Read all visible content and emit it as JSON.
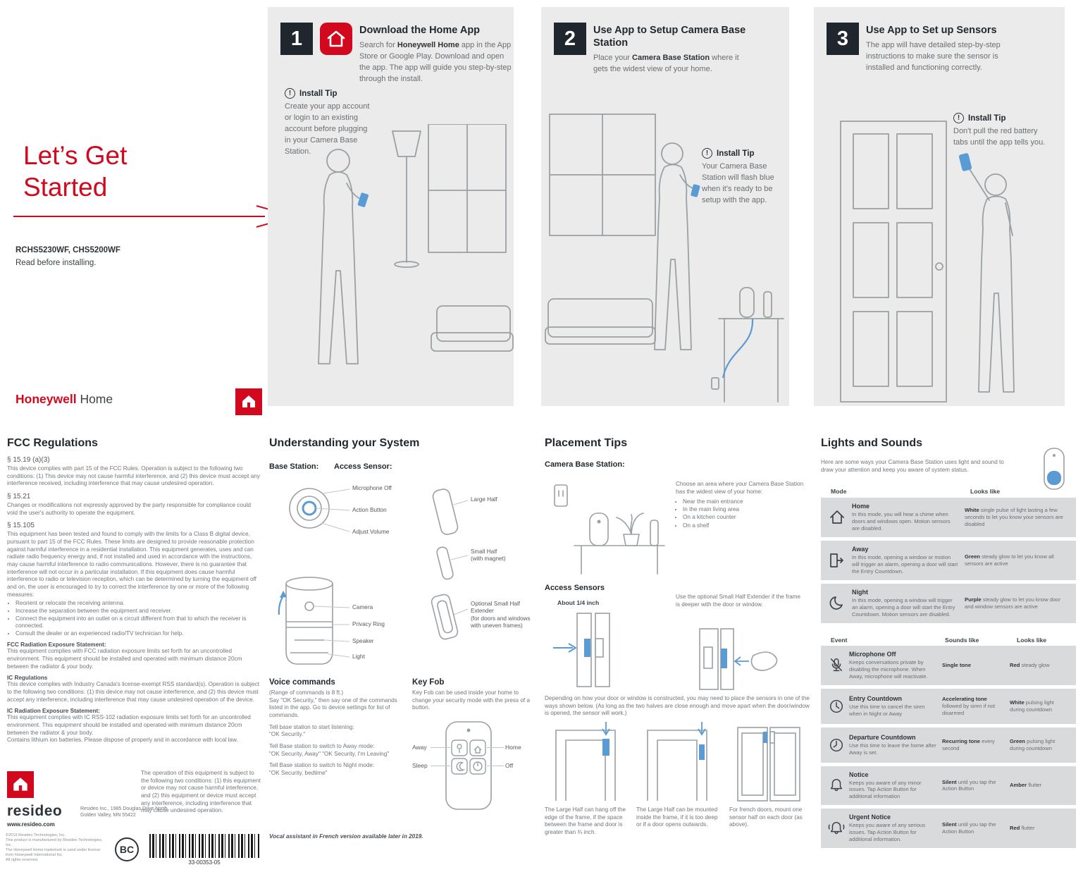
{
  "colors": {
    "red": "#d2091e",
    "dark": "#20262e",
    "panel_bg": "#ebebeb",
    "blue": "#5b9bd5",
    "row_bg": "#d9dadb"
  },
  "intro": {
    "title1": "Let’s Get",
    "title2": "Started",
    "model": "RCHS5230WF, CHS5200WF",
    "read_note": "Read before installing.",
    "brand_honeywell": "Honeywell",
    "brand_home": "Home"
  },
  "steps": [
    {
      "num": "1",
      "title": "Download the Home App",
      "body_pre": "Search for ",
      "body_bold": "Honeywell Home",
      "body_post": " app in the App Store or Google Play. Download and open the app. The app will guide you step-by-step through the install.",
      "tip_label": "Install Tip",
      "tip_body": "Create your app account or login to an existing account before plugging in your Camera Base Station."
    },
    {
      "num": "2",
      "title": "Use App to Setup Camera Base Station",
      "body_pre": "Place your ",
      "body_bold": "Camera Base Station",
      "body_post": " where it gets the widest view of your home.",
      "tip_label": "Install Tip",
      "tip_body": "Your Camera Base Station will flash blue when it's ready to be setup with the app."
    },
    {
      "num": "3",
      "title": "Use App to Set up Sensors",
      "body_pre": "",
      "body_bold": "",
      "body_post": "The app will have detailed step-by-step instructions to make sure the sensor is installed and functioning correctly.",
      "tip_label": "Install Tip",
      "tip_body": "Don't pull the red battery tabs until the app tells you."
    }
  ],
  "fcc": {
    "title": "FCC Regulations",
    "s1_h": "§ 15.19 (a)(3)",
    "s1_b": "This device complies with part 15 of the FCC Rules. Operation is subject to the following two conditions: (1) This device may not cause harmful interference, and (2) this device must accept any interference received, including interference that may cause undesired operation.",
    "s2_h": "§ 15.21",
    "s2_b": "Changes or modifications not expressly approved by the party responsible for compliance could void the user's authority to operate the equipment.",
    "s3_h": "§ 15.105",
    "s3_b": "This equipment has been tested and found to comply with the limits for a Class B digital device, pursuant to part 15 of the FCC Rules. These limits are designed to provide reasonable protection against harmful interference in a residential installation. This equipment generates, uses and can radiate radio frequency energy and, if not installed and used in accordance with the instructions, may cause harmful interference to radio communications. However, there is no guarantee that interference will not occur in a particular installation. If this equipment does cause harmful interference to radio or television reception, which can be determined by turning the equipment off and on, the user is encouraged to try to correct the interference by one or more of the following measures:",
    "bullets": [
      "Reorient or relocate the receiving antenna.",
      "Increase the separation between the equipment and receiver.",
      "Connect the equipment into an outlet on a circuit different from that to which the receiver is connected.",
      "Consult the dealer or an experienced radio/TV technician for help."
    ],
    "s4_h": "FCC Radiation Exposure Statement:",
    "s4_b": "This equipment complies with FCC radiation exposure limits set forth for an uncontrolled environment. This equipment should be installed and operated with minimum distance 20cm between the radiator & your body.",
    "s5_h": "IC Regulations",
    "s5_b": "This device complies with Industry Canada's license-exempt RSS standard(s). Operation is subject to the following two conditions: (1) this device may not cause interference, and (2) this device must accept any interference, including interference that may cause undesired operation of the device.",
    "s6_h": "IC Radiation Exposure Statement:",
    "s6_b": "This equipment complies with IC RSS-102 radiation exposure limits set forth for an uncontrolled environment. This equipment should be installed and operated with minimum distance 20cm between the radiator & your body.",
    "s6_b2": "Contains lithium ion batteries. Please dispose of properly and in accordance with local law."
  },
  "footer": {
    "op_note": "The operation of this equipment is subject to the following two conditions: (1) this equipment or device may not cause harmful interference, and (2) this equipment or device must accept any interference, including interference that may cause undesired operation.",
    "brand": "resideo",
    "address1": "Resideo Inc., 1985 Douglas Drive North",
    "address2": "Golden Valley, MN 55422",
    "website": "www.resideo.com",
    "legal1": "©2019 Resideo Technologies, Inc.",
    "legal2": "This product is manufactured by Resideo Technologies, Inc.",
    "legal3": "The Honeywell Home trademark is used under license from Honeywell International Inc.",
    "legal4": "All rights reserved.",
    "bc_label": "BC",
    "barcode_number": "33-00353-05"
  },
  "understanding": {
    "title": "Understanding your System",
    "base_label": "Base Station:",
    "sensor_label": "Access Sensor:",
    "base_parts": [
      "Microphone Off",
      "Action Button",
      "Adjust Volume",
      "Camera",
      "Privacy Ring",
      "Speaker",
      "Light"
    ],
    "sensor_large": "Large Half",
    "sensor_small": "Small Half",
    "sensor_small_sub": "(with magnet)",
    "sensor_ext": "Optional Small Half Extender",
    "sensor_ext_sub": "(for doors and windows with uneven frames)",
    "voice_title": "Voice commands",
    "voice_range": "(Range of commands is 8 ft.)",
    "voice_intro": "Say \"OK Security,\" then say one of the commands listed in the app. Go to device settings for list of commands.",
    "voice_cmd1a": "Tell base station to start listening:",
    "voice_cmd1b": "\"OK Security.\"",
    "voice_cmd2a": "Tell Base station to switch to Away mode:",
    "voice_cmd2b": "\"OK Security, Away\" \"OK Security, I'm Leaving\"",
    "voice_cmd3a": "Tell Base station to switch to Night mode:",
    "voice_cmd3b": "\"OK Security, bedtime\"",
    "keyfob_title": "Key Fob",
    "keyfob_body": "Key Fob can be used inside your home to change your security mode with the press of a button.",
    "fob_away": "Away",
    "fob_home": "Home",
    "fob_sleep": "Sleep",
    "fob_off": "Off",
    "footnote": "Vocal assistant in French version available later in 2019."
  },
  "placement": {
    "title": "Placement Tips",
    "camera_label": "Camera Base Station:",
    "choose_intro": "Choose an area where your Camera Base Station has the widest view of your home:",
    "choose_bullets": [
      "Near the main entrance",
      "In the main living area",
      "On a kitchen counter",
      "On a shelf"
    ],
    "sensors_label": "Access Sensors",
    "gap_label": "About 1/4 inch",
    "extender_note": "Use the optional Small Half Extender if the frame is deeper with the door or window.",
    "depend_note": "Depending on how your door or window is constructed, you may need to place the sensors in one of the ways shown below. (As long as the two halves are close enough and move apart when the door/window is opened, the sensor will work.)",
    "captions": [
      "The Large Half can hang off the edge of the frame, if the space between the frame and door is greater than ¾ inch.",
      "The Large Half can be mounted inside the frame, if it is too deep or if a door opens outwards.",
      "For french doors, mount one sensor half on each door (as above)."
    ]
  },
  "lights": {
    "title": "Lights and Sounds",
    "intro": "Here are some ways your Camera Base Station uses light and sound to draw your attention and keep you aware of system status.",
    "mode_header": "Mode",
    "looks_header": "Looks like",
    "modes": [
      {
        "name": "Home",
        "desc": "In this mode, you will hear a chime when doors and windows open. Motion sensors are disabled.",
        "look_lead": "White",
        "look_rest": "single pulse of light lasting a few seconds to let you know your sensors are disabled"
      },
      {
        "name": "Away",
        "desc": "In this mode, opening a window or motion will trigger an alarm, opening a door will start the Entry Countdown.",
        "look_lead": "Green",
        "look_rest": "steady glow to let you know all sensors are active"
      },
      {
        "name": "Night",
        "desc": "In this mode, opening a window will trigger an alarm, opening a door will start the Entry Countdown. Motion sensors are disabled.",
        "look_lead": "Purple",
        "look_rest": "steady glow to let you know door and window sensors are active"
      }
    ],
    "event_header": "Event",
    "sounds_header": "Sounds like",
    "looks_header2": "Looks like",
    "events": [
      {
        "name": "Microphone Off",
        "desc": "Keeps conversations private by disabling the microphone. When Away, microphone will reactivate.",
        "sound_lead": "Single tone",
        "sound_rest": "",
        "look_lead": "Red",
        "look_rest": "steady glow"
      },
      {
        "name": "Entry Countdown",
        "desc": "Use this time to cancel the siren when in Night or Away",
        "sound_lead": "Accelerating tone",
        "sound_rest": "followed by siren if not disarmed",
        "look_lead": "White",
        "look_rest": "pulsing light during countdown"
      },
      {
        "name": "Departure Countdown",
        "desc": "Use this time to leave the home after Away is set.",
        "sound_lead": "Recurring tone",
        "sound_rest": "every second",
        "look_lead": "Green",
        "look_rest": "pulsing light during countdown"
      },
      {
        "name": "Notice",
        "desc": "Keeps you aware of any minor issues. Tap Action Button for additional information",
        "sound_lead": "Silent",
        "sound_rest": "until you tap the Action Button",
        "look_lead": "Amber",
        "look_rest": "flutter"
      },
      {
        "name": "Urgent Notice",
        "desc": "Keeps you aware of any serious issues. Tap Action Button for additional information.",
        "sound_lead": "Silent",
        "sound_rest": "until you tap the Action Button",
        "look_lead": "Red",
        "look_rest": "flutter"
      }
    ]
  }
}
